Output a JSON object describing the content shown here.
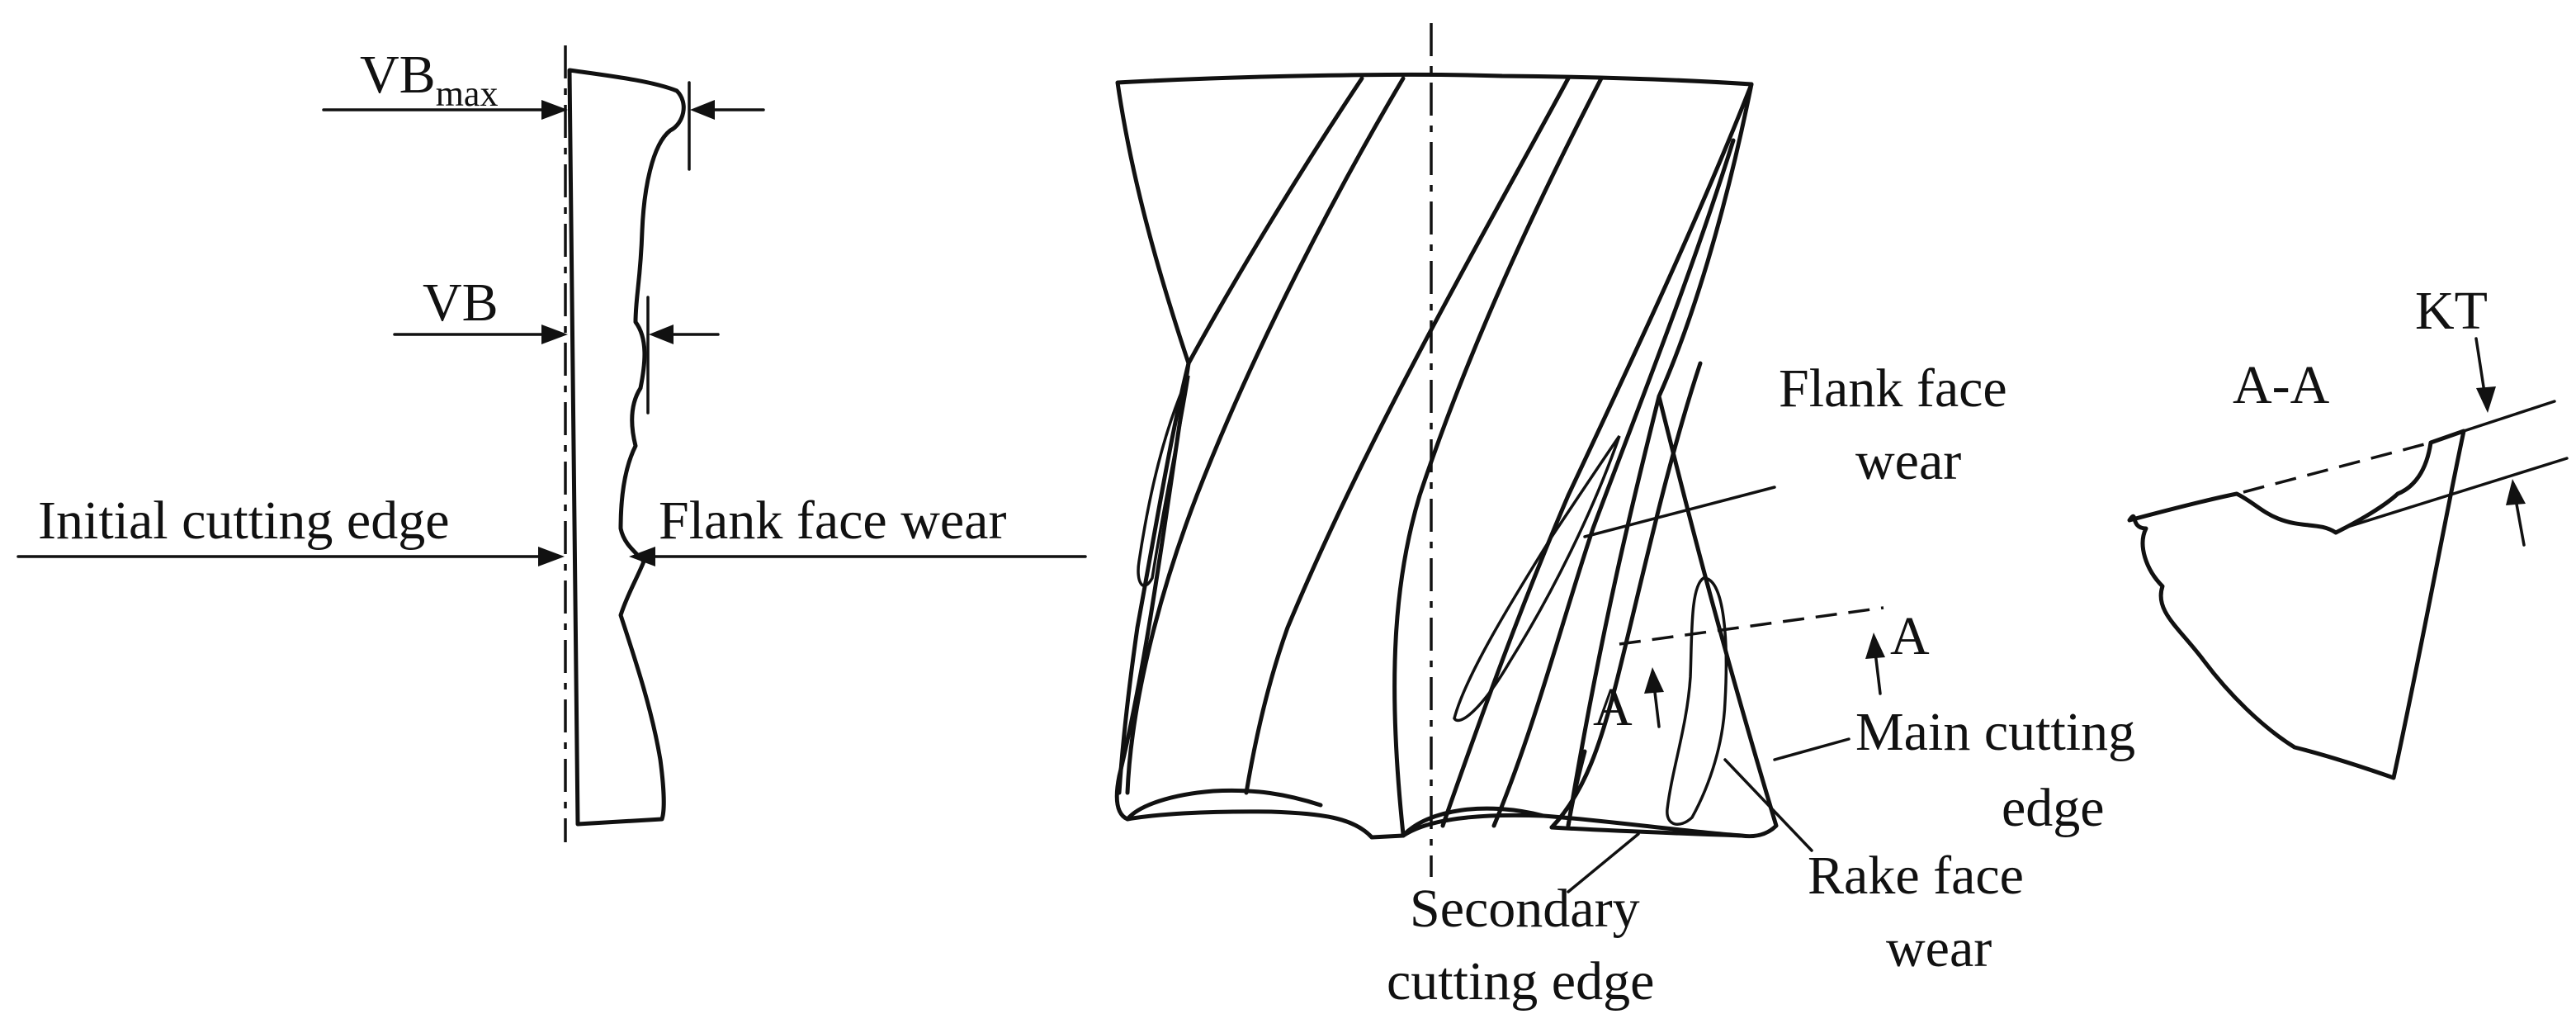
{
  "flank_view": {
    "vb_max_label": "VB",
    "vb_max_subscript": "max",
    "vb_label": "VB",
    "initial_edge_label": "Initial cutting edge",
    "flank_wear_label": "Flank face wear"
  },
  "tool_view": {
    "flank_wear_line1": "Flank face",
    "flank_wear_line2": "wear",
    "section_letter_left": "A",
    "section_letter_right": "A",
    "main_edge_line1": "Main cutting",
    "main_edge_line2": "edge",
    "rake_wear_line1": "Rake face",
    "rake_wear_line2": "wear",
    "secondary_edge_line1": "Secondary",
    "secondary_edge_line2": "cutting edge"
  },
  "section_view": {
    "section_title": "A-A",
    "kt_label": "KT"
  },
  "colors": {
    "ink": "#111111",
    "background": "#ffffff"
  }
}
